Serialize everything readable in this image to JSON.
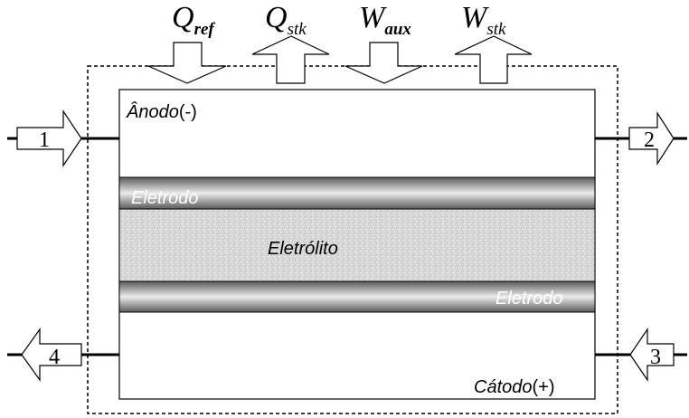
{
  "flows": {
    "q_ref": {
      "main": "Q",
      "sub": "ref"
    },
    "q_stk": {
      "main": "Q",
      "sub": "stk"
    },
    "w_aux": {
      "main": "W",
      "sub": "aux"
    },
    "w_stk": {
      "main": "W",
      "sub": "stk"
    }
  },
  "cell": {
    "anode_name": "Ânodo",
    "anode_sign": "(-)",
    "electrode_top": "Eletrodo",
    "electrolyte": "Eletrólito",
    "electrode_bottom": "Eletrodo",
    "cathode_name": "Cátodo",
    "cathode_sign": "(+)"
  },
  "ports": {
    "p1": "1",
    "p2": "2",
    "p3": "3",
    "p4": "4"
  },
  "colors": {
    "line": "#000000",
    "electrode_dark": "#555555",
    "electrode_light": "#e8e8e8",
    "electrolyte_fill": "#d6d6d6"
  }
}
